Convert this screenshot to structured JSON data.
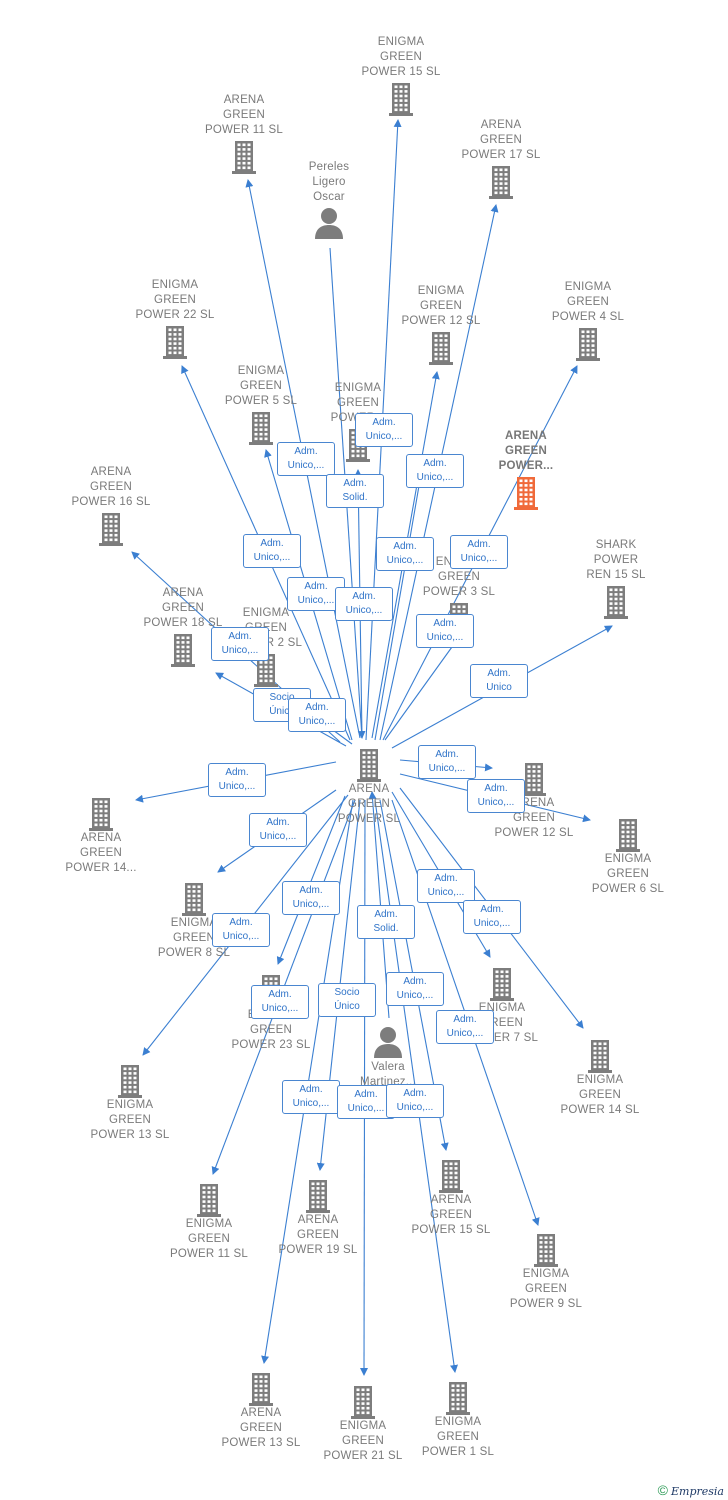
{
  "colors": {
    "edge": "#3b7fd1",
    "node": "#7d7d7d",
    "highlight": "#f06a3a",
    "box_border": "#4a86d0",
    "box_text": "#2f73c8"
  },
  "nodes": [
    {
      "id": "center",
      "type": "company",
      "label": "ARENA\nGREEN\nPOWER  SL"
    },
    {
      "id": "enigma15",
      "type": "company",
      "label": "ENIGMA\nGREEN\nPOWER 15  SL"
    },
    {
      "id": "arena11",
      "type": "company",
      "label": "ARENA\nGREEN\nPOWER 11  SL"
    },
    {
      "id": "arena17",
      "type": "company",
      "label": "ARENA\nGREEN\nPOWER 17  SL"
    },
    {
      "id": "pereles",
      "type": "person",
      "label": "Pereles\nLigero\nOscar"
    },
    {
      "id": "enigma22",
      "type": "company",
      "label": "ENIGMA\nGREEN\nPOWER 22  SL"
    },
    {
      "id": "enigma12",
      "type": "company",
      "label": "ENIGMA\nGREEN\nPOWER 12  SL"
    },
    {
      "id": "enigma4",
      "type": "company",
      "label": "ENIGMA\nGREEN\nPOWER 4  SL"
    },
    {
      "id": "enigma5",
      "type": "company",
      "label": "ENIGMA\nGREEN\nPOWER 5  SL"
    },
    {
      "id": "enigmaX",
      "type": "company",
      "label": "ENIGMA\nGREEN\nPOWER..."
    },
    {
      "id": "arenaPower",
      "type": "company",
      "label": "ARENA\nGREEN\nPOWER...",
      "highlight": true
    },
    {
      "id": "arena16",
      "type": "company",
      "label": "ARENA\nGREEN\nPOWER 16  SL"
    },
    {
      "id": "shark15",
      "type": "company",
      "label": "SHARK\nPOWER\nREN 15  SL"
    },
    {
      "id": "enigma3",
      "type": "company",
      "label": "ENIGMA\nGREEN\nPOWER 3  SL"
    },
    {
      "id": "arena18",
      "type": "company",
      "label": "ARENA\nGREEN\nPOWER 18  SL"
    },
    {
      "id": "enigma2",
      "type": "company",
      "label": "ENIGMA\nGREEN\nPOWER 2  SL"
    },
    {
      "id": "arena14",
      "type": "company",
      "label": "ARENA\nGREEN\nPOWER 14..."
    },
    {
      "id": "arena12",
      "type": "company",
      "label": "ARENA\nGREEN\nPOWER 12  SL"
    },
    {
      "id": "enigma6",
      "type": "company",
      "label": "ENIGMA\nGREEN\nPOWER 6  SL"
    },
    {
      "id": "enigma8",
      "type": "company",
      "label": "ENIGMA\nGREEN\nPOWER 8  SL"
    },
    {
      "id": "enigma7",
      "type": "company",
      "label": "ENIGMA\nGREEN\nPOWER 7  SL"
    },
    {
      "id": "enigma23",
      "type": "company",
      "label": "ENIGMA\nGREEN\nPOWER 23  SL"
    },
    {
      "id": "enigma14",
      "type": "company",
      "label": "ENIGMA\nGREEN\nPOWER 14  SL"
    },
    {
      "id": "valera",
      "type": "person",
      "label": "Valera\nMartinez..."
    },
    {
      "id": "enigma13",
      "type": "company",
      "label": "ENIGMA\nGREEN\nPOWER 13  SL"
    },
    {
      "id": "enigma11",
      "type": "company",
      "label": "ENIGMA\nGREEN\nPOWER 11  SL"
    },
    {
      "id": "arena19",
      "type": "company",
      "label": "ARENA\nGREEN\nPOWER 19  SL"
    },
    {
      "id": "arena15",
      "type": "company",
      "label": "ARENA\nGREEN\nPOWER 15  SL"
    },
    {
      "id": "enigma9",
      "type": "company",
      "label": "ENIGMA\nGREEN\nPOWER 9  SL"
    },
    {
      "id": "arena13",
      "type": "company",
      "label": "ARENA\nGREEN\nPOWER 13  SL"
    },
    {
      "id": "enigma21",
      "type": "company",
      "label": "ENIGMA\nGREEN\nPOWER 21  SL"
    },
    {
      "id": "enigma1",
      "type": "company",
      "label": "ENIGMA\nGREEN\nPOWER 1  SL"
    }
  ],
  "relations": [
    {
      "from": "center",
      "to": "enigma15",
      "label": ""
    },
    {
      "from": "center",
      "to": "arena11",
      "label": "Adm.\nUnico,..."
    },
    {
      "from": "center",
      "to": "arena17",
      "label": "Adm.\nUnico,..."
    },
    {
      "from": "pereles",
      "to": "center",
      "label": "Adm.\nSolid."
    },
    {
      "from": "center",
      "to": "enigma22",
      "label": "Adm.\nUnico,..."
    },
    {
      "from": "center",
      "to": "enigma12",
      "label": "Adm.\nUnico,..."
    },
    {
      "from": "center",
      "to": "enigma4",
      "label": "Adm.\nUnico,..."
    },
    {
      "from": "center",
      "to": "enigma5",
      "label": "Adm.\nUnico,..."
    },
    {
      "from": "center",
      "to": "enigmaX",
      "label": "Adm.\nUnico,..."
    },
    {
      "from": "center",
      "to": "arena16",
      "label": "Adm.\nUnico,..."
    },
    {
      "from": "center",
      "to": "shark15",
      "label": "Adm.\nUnico"
    },
    {
      "from": "center",
      "to": "enigma3",
      "label": "Adm.\nUnico,..."
    },
    {
      "from": "center",
      "to": "arena18",
      "label": "Socio\nÚnico"
    },
    {
      "from": "center",
      "to": "enigma2",
      "label": "Adm.\nUnico,..."
    },
    {
      "from": "center",
      "to": "arenaPower",
      "label": "Adm.\nUnico,..."
    },
    {
      "from": "center",
      "to": "arena14",
      "label": "Adm.\nUnico,..."
    },
    {
      "from": "center",
      "to": "arena12",
      "label": "Adm.\nUnico,..."
    },
    {
      "from": "center",
      "to": "enigma6",
      "label": "Adm.\nUnico,..."
    },
    {
      "from": "center",
      "to": "enigma8",
      "label": "Adm.\nUnico,..."
    },
    {
      "from": "center",
      "to": "enigma7",
      "label": "Adm.\nUnico,..."
    },
    {
      "from": "center",
      "to": "enigma23",
      "label": "Adm.\nUnico,..."
    },
    {
      "from": "center",
      "to": "enigma14",
      "label": "Adm.\nUnico,..."
    },
    {
      "from": "valera",
      "to": "center",
      "label": "Adm.\nSolid."
    },
    {
      "from": "center",
      "to": "enigma13",
      "label": "Adm.\nUnico,..."
    },
    {
      "from": "center",
      "to": "enigma11",
      "label": "Adm.\nUnico,..."
    },
    {
      "from": "center",
      "to": "arena19",
      "label": "Socio\nÚnico"
    },
    {
      "from": "center",
      "to": "arena15",
      "label": "Adm.\nUnico,..."
    },
    {
      "from": "center",
      "to": "enigma9",
      "label": "Adm.\nUnico,..."
    },
    {
      "from": "center",
      "to": "arena13",
      "label": "Adm.\nUnico,..."
    },
    {
      "from": "center",
      "to": "enigma21",
      "label": "Adm.\nUnico,..."
    },
    {
      "from": "center",
      "to": "enigma1",
      "label": "Adm.\nUnico,..."
    }
  ],
  "footer": {
    "symbol": "©",
    "brand": "Empresia"
  }
}
